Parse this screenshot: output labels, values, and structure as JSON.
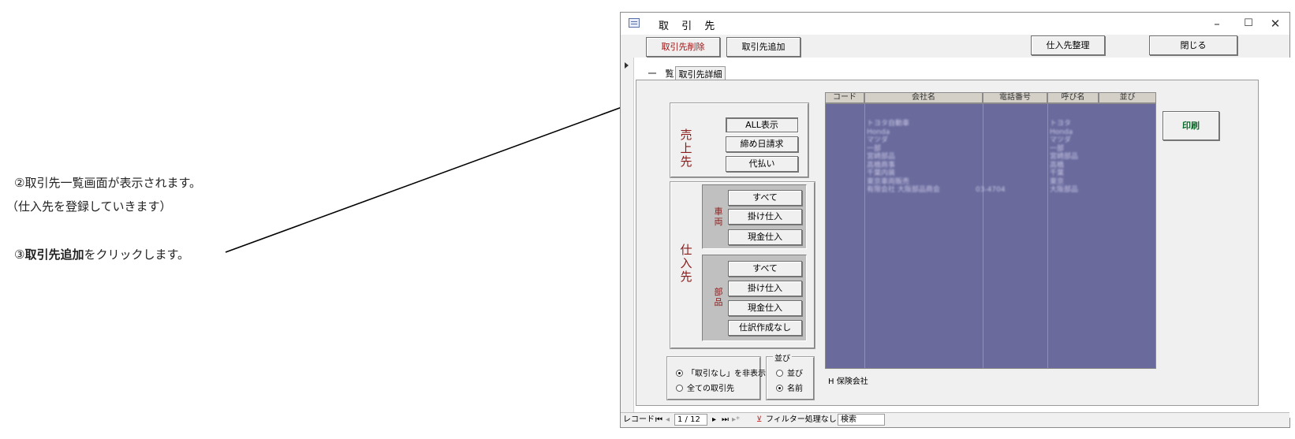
{
  "annotations": {
    "line1": "②取引先一覧画面が表示されます。",
    "line2": "（仕入先を登録していきます）",
    "line3_bold": "取引先追加",
    "line3_prefix": "③",
    "line3_suffix": "をクリックします。"
  },
  "window": {
    "title": "取 引 先",
    "minimize": "–",
    "maximize": "☐",
    "close": "✕"
  },
  "toolbar": {
    "delete_label": "取引先削除",
    "add_label": "取引先追加",
    "supplier_label": "仕入先整理",
    "close_label": "閉じる"
  },
  "tabs": [
    {
      "label": "一　覧"
    },
    {
      "label": "取引先詳細"
    }
  ],
  "sales": {
    "label": "売上先",
    "buttons": [
      "ALL表示",
      "締め日請求",
      "代払い"
    ]
  },
  "purchase": {
    "label": "仕入先",
    "vehicle": {
      "label": "車両",
      "buttons": [
        "すべて",
        "掛け仕入",
        "現金仕入"
      ]
    },
    "parts": {
      "label": "部品",
      "buttons": [
        "すべて",
        "掛け仕入",
        "現金仕入",
        "仕訳作成なし"
      ]
    }
  },
  "filter": {
    "options": [
      {
        "label": "「取引なし」を非表示",
        "selected": true
      },
      {
        "label": "全ての取引先",
        "selected": false
      }
    ]
  },
  "sort": {
    "caption": "並び",
    "options": [
      {
        "label": "並び",
        "selected": false
      },
      {
        "label": "名前",
        "selected": true
      }
    ]
  },
  "list": {
    "columns": [
      "コード",
      "会社名",
      "電話番号",
      "呼び名",
      "並び"
    ],
    "rows": [
      {
        "name": "トヨタ自動車",
        "phone": "",
        "alias": "トヨタ"
      },
      {
        "name": "Honda",
        "phone": "",
        "alias": "Honda"
      },
      {
        "name": "マツダ",
        "phone": "",
        "alias": "マツダ"
      },
      {
        "name": "一部",
        "phone": "",
        "alias": "一部"
      },
      {
        "name": "宮崎部品",
        "phone": "",
        "alias": "宮崎部品"
      },
      {
        "name": "高橋商事",
        "phone": "",
        "alias": "高橋"
      },
      {
        "name": "千葉内装",
        "phone": "",
        "alias": "千葉"
      },
      {
        "name": "東京車両販売",
        "phone": "",
        "alias": "東京"
      },
      {
        "name": "有限会社 大阪部品商会",
        "phone": "03-4704",
        "alias": "大阪部品"
      }
    ]
  },
  "selected_label": "H 保険会社",
  "print_label": "印刷",
  "status": {
    "record_label": "レコード:",
    "record_value": "1 / 12",
    "filter_label": "フィルター処理なし",
    "search_label": "検索"
  }
}
